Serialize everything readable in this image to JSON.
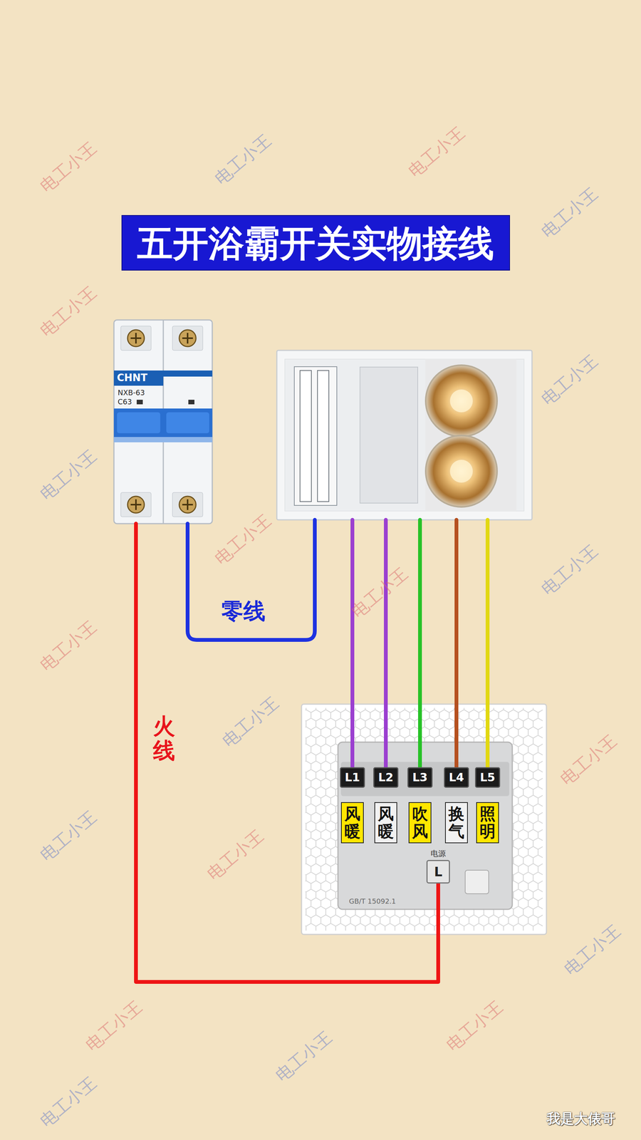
{
  "diagram": {
    "title": "五开浴霸开关实物接线",
    "nodes": [
      {
        "text": [
          "CHNT",
          "NXB-63",
          "C63"
        ]
      },
      {
        "text": [
          "GB/T 15092.1"
        ]
      },
      {
        "text": [
          "L1"
        ],
        "in": 1
      },
      {
        "text": [
          "L2"
        ],
        "in": 1
      },
      {
        "text": [
          "L3"
        ],
        "in": 1
      },
      {
        "text": [
          "L4"
        ],
        "in": 1
      },
      {
        "text": [
          "L5"
        ],
        "in": 1
      },
      {
        "text": [
          "风暖"
        ],
        "in": 1
      },
      {
        "text": [
          "风暖"
        ],
        "in": 1
      },
      {
        "text": [
          "吹风"
        ],
        "in": 1
      },
      {
        "text": [
          "换气"
        ],
        "in": 1
      },
      {
        "text": [
          "照明"
        ],
        "in": 1
      },
      {
        "text": [
          "电源",
          "L"
        ],
        "in": 1
      }
    ],
    "edges": [
      {
        "from": 0,
        "to": 12,
        "arrow": "none",
        "label": "火线"
      }
    ],
    "labels": [
      "零线",
      "电工小王",
      "电工小王",
      "电工小王",
      "电工小王",
      "电工小王",
      "电工小王",
      "电工小王",
      "电工小王",
      "电工小王",
      "电工小王",
      "电工小王",
      "电工小王",
      "电工小王",
      "电工小王",
      "电工小王",
      "电工小王",
      "电工小王",
      "电工小王",
      "电工小王",
      "电工小王",
      "我是大俵哥"
    ]
  }
}
